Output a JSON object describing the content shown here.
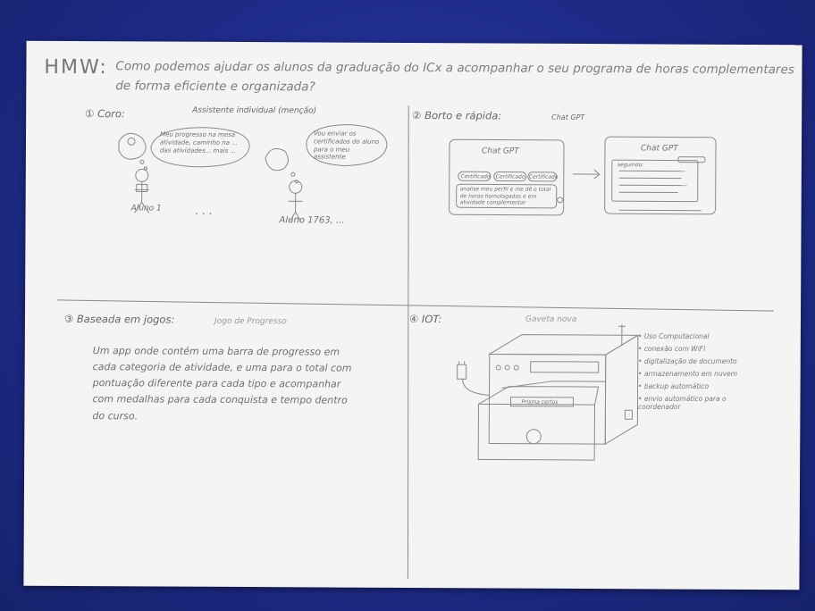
{
  "header": {
    "hmw": "HMW:",
    "question_line1": "Como podemos ajudar os alunos da graduação do ICx a acompanhar o seu programa de horas complementares",
    "question_line2": "de forma eficiente e organizada?"
  },
  "sections": {
    "s1": {
      "title": "① Coro:",
      "subtitle": "Assistente individual (menção)",
      "bubble1": "Meu progresso na mesa atividade, caminho na ... das atividades... mais ...",
      "bubble2": "Vou enviar os certificados do aluno para o meu assistente",
      "aluno1": "Aluno 1",
      "aluno_last": "Aluno 1763, ...",
      "ellipsis": ". . ."
    },
    "s2": {
      "title": "② Borto e rápida:",
      "subtitle": "Chat GPT",
      "window1_title": "Chat GPT",
      "chips": [
        "Certificado",
        "Certificado",
        "Certificado"
      ],
      "window1_text": "analise meu perfil e me dê o total de horas homologadas e em atividade complementar",
      "window2_title": "Chat GPT",
      "window2_text": "seguindo:"
    },
    "s3": {
      "title": "③ Baseada em jogos:",
      "subtitle": "Jogo de Progresso",
      "body": "Um app onde contém uma barra de progresso em cada categoria de atividade, e uma para o total com pontuação diferente para cada tipo e acompanhar com medalhas para cada conquista e tempo dentro do curso."
    },
    "s4": {
      "title": "④ IOT:",
      "subtitle": "Gaveta nova",
      "drawer_label": "Prisma certos",
      "features": [
        "Uso Computacional",
        "conexão com WiFi",
        "digitalização de documento",
        "armazenamento em nuvem",
        "backup automático",
        "envio automático para o coordenador"
      ]
    }
  }
}
